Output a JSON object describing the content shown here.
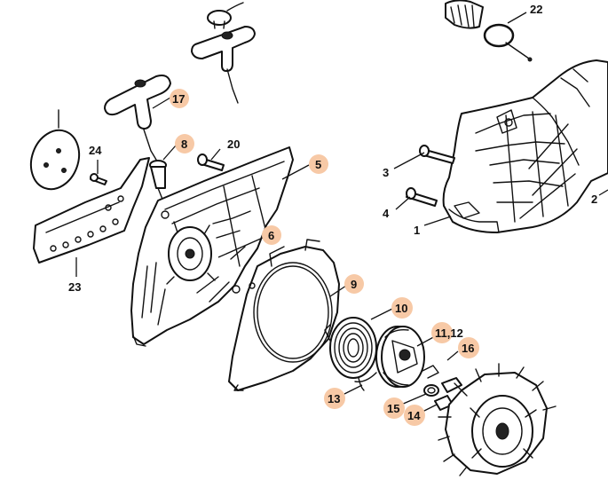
{
  "diagram": {
    "highlight_color": "#f7c9a6",
    "line_color": "#111111",
    "callouts": [
      {
        "id": "c1",
        "label": "1",
        "highlighted": false
      },
      {
        "id": "c2",
        "label": "2",
        "highlighted": false
      },
      {
        "id": "c3",
        "label": "3",
        "highlighted": false
      },
      {
        "id": "c4",
        "label": "4",
        "highlighted": false
      },
      {
        "id": "c5",
        "label": "5",
        "highlighted": true
      },
      {
        "id": "c6",
        "label": "6",
        "highlighted": true
      },
      {
        "id": "c8",
        "label": "8",
        "highlighted": true
      },
      {
        "id": "c9",
        "label": "9",
        "highlighted": true
      },
      {
        "id": "c10",
        "label": "10",
        "highlighted": true
      },
      {
        "id": "c11",
        "label": "11,12",
        "highlighted": true
      },
      {
        "id": "c13",
        "label": "13",
        "highlighted": true
      },
      {
        "id": "c14",
        "label": "14",
        "highlighted": true
      },
      {
        "id": "c15",
        "label": "15",
        "highlighted": true
      },
      {
        "id": "c16",
        "label": "16",
        "highlighted": true
      },
      {
        "id": "c17",
        "label": "17",
        "highlighted": true
      },
      {
        "id": "c20",
        "label": "20",
        "highlighted": false
      },
      {
        "id": "c22",
        "label": "22",
        "highlighted": false
      },
      {
        "id": "c23",
        "label": "23",
        "highlighted": false
      },
      {
        "id": "c24",
        "label": "24",
        "highlighted": false
      }
    ]
  }
}
